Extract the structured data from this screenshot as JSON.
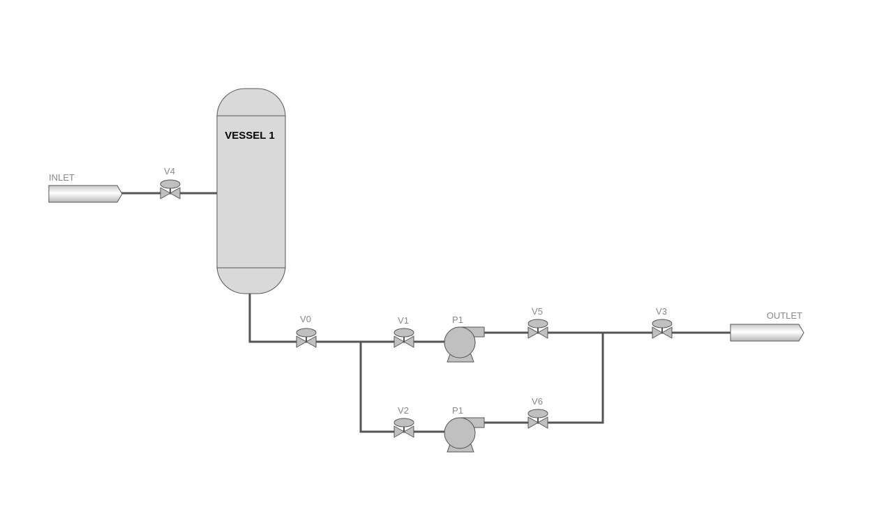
{
  "diagram": {
    "vessel": {
      "label": "VESSEL 1"
    },
    "inlet": {
      "label": "INLET"
    },
    "outlet": {
      "label": "OUTLET"
    },
    "valves": {
      "v0": {
        "label": "V0"
      },
      "v1": {
        "label": "V1"
      },
      "v2": {
        "label": "V2"
      },
      "v3": {
        "label": "V3"
      },
      "v4": {
        "label": "V4"
      },
      "v5": {
        "label": "V5"
      },
      "v6": {
        "label": "V6"
      }
    },
    "pumps": {
      "upper": {
        "label": "P1"
      },
      "lower": {
        "label": "P1"
      }
    }
  },
  "colors": {
    "pipe": "#555555",
    "equipment_fill": "#d9d9d9",
    "label_gray": "#888888"
  }
}
